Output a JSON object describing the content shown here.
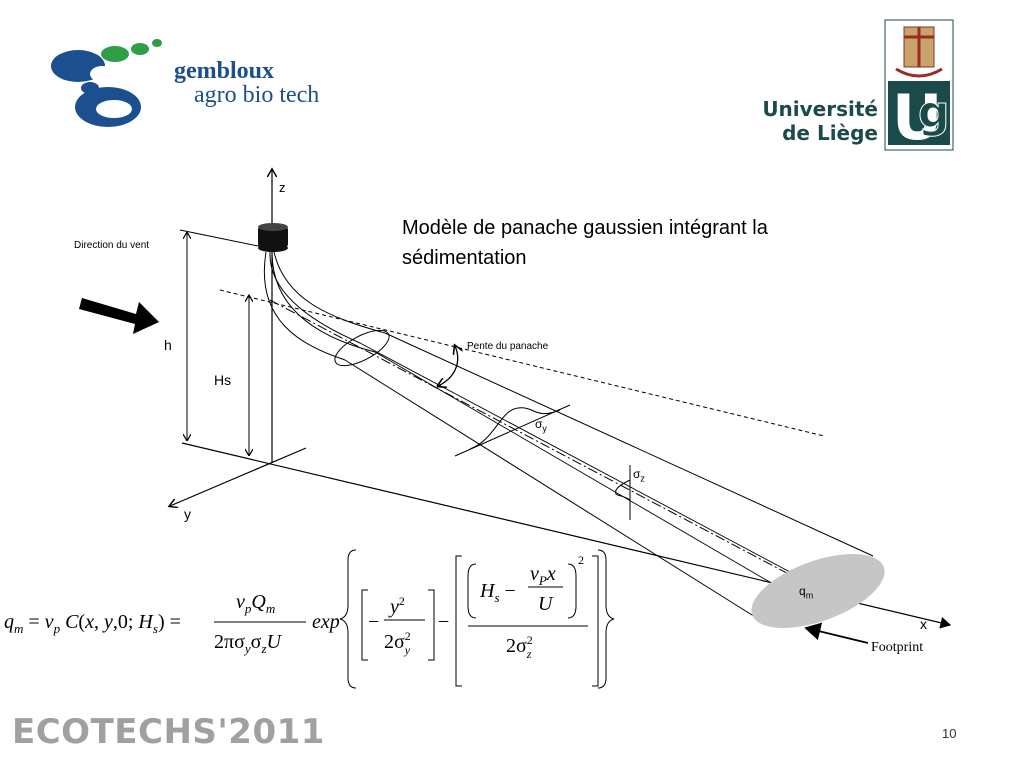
{
  "logos": {
    "left": {
      "line1": "gembloux",
      "line2": "agro bio tech"
    },
    "right": {
      "line1": "Université",
      "line2": "de Liège",
      "monogram": "Ulg"
    }
  },
  "title": "Modèle de panache gaussien intégrant la sédimentation",
  "diagram": {
    "axis_z": "z",
    "axis_y": "y",
    "axis_x": "x",
    "label_h": "h",
    "label_Hs": "Hs",
    "wind_direction": "Direction du vent",
    "plume_slope": "Pente du panache",
    "sigma_y": "σy",
    "sigma_z": "σz",
    "qm": "qm",
    "footprint": "Footprint"
  },
  "equation": "q_m = v_p C(x, y, 0; H_s) = v_p Q_m / (2π σ_y σ_z U) · exp{ [ -y² / (2σ_y²) ] - [ (H_s - v_P x / U)² / (2σ_z²) ] }",
  "footer": {
    "event": "ECOTECHS'2011",
    "page": "10"
  },
  "colors": {
    "gembloux_blue": "#1c4f8f",
    "gembloux_green": "#2e9e47",
    "ulg_teal": "#1a4a49",
    "footer_gray": "#a0a0a0",
    "footprint_gray": "#c6c6c6"
  }
}
